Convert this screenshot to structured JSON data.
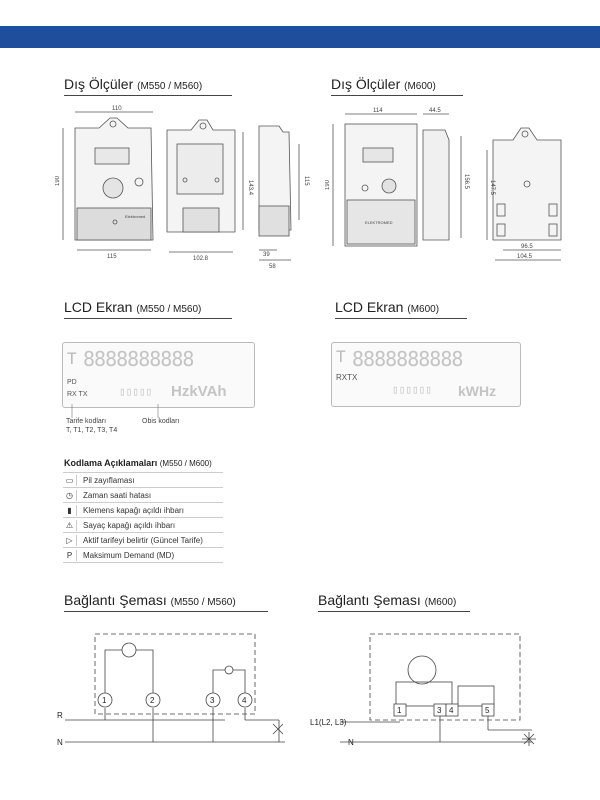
{
  "headings": {
    "dim_m550": {
      "title": "Dış Ölçüler",
      "models": "(M550 / M560)"
    },
    "dim_m600": {
      "title": "Dış Ölçüler",
      "models": "(M600)"
    },
    "lcd_m550": {
      "title": "LCD Ekran",
      "models": "(M550 / M560)"
    },
    "lcd_m600": {
      "title": "LCD Ekran",
      "models": "(M600)"
    },
    "conn_m550": {
      "title": "Bağlantı Şeması",
      "models": "(M550 / M560)"
    },
    "conn_m600": {
      "title": "Bağlantı Şeması",
      "models": "(M600)"
    }
  },
  "dims_m550": {
    "front_width_top": "110",
    "front_height": "190",
    "front_width_bottom": "115",
    "back_width": "102.8",
    "back_height": "143.4",
    "side_height": "115",
    "side_depth1": "39",
    "side_depth2": "58",
    "brand": "Elektromed"
  },
  "dims_m600": {
    "front_width": "114",
    "side_depth": "44.5",
    "front_height": "190",
    "side_height": "156.5",
    "back_height": "147.5",
    "back_width1": "96.5",
    "back_width2": "104.5",
    "brand": "ELEKTROMED"
  },
  "lcd_m550": {
    "digits": "8888888888",
    "row_t": "T",
    "pd": "PD",
    "rxtx": "RX TX",
    "units": "HzkVAh",
    "tariff_caption": "Tarife kodları",
    "tariff_codes": "T, T1, T2, T3, T4",
    "obis_caption": "Obis kodları"
  },
  "lcd_m600": {
    "digits": "8888888888",
    "row_t": "T",
    "rxtx": "RXTX",
    "units": "kWHz"
  },
  "legend": {
    "title": "Kodlama Açıklamaları",
    "models": "(M550 / M600)",
    "items": [
      {
        "icon": "battery-icon",
        "glyph": "▭",
        "label": "Pil zayıflaması"
      },
      {
        "icon": "clock-icon",
        "glyph": "◷",
        "label": "Zaman saati hatası"
      },
      {
        "icon": "lock-icon",
        "glyph": "▮",
        "label": "Klemens kapağı açıldı ihbarı"
      },
      {
        "icon": "warning-icon",
        "glyph": "⚠",
        "label": "Sayaç kapağı açıldı ihbarı"
      },
      {
        "icon": "play-icon",
        "glyph": "▷",
        "label": "Aktif tarifeyi belirtir (Güncel Tarife)"
      },
      {
        "icon": "md-icon",
        "glyph": "P",
        "label": "Maksimum Demand (MD)"
      }
    ]
  },
  "conn_m550": {
    "terminals": [
      "1",
      "2",
      "3",
      "4"
    ],
    "line_r": "R",
    "line_n": "N"
  },
  "conn_m600": {
    "terminals": [
      "1",
      "3",
      "4",
      "5"
    ],
    "line_l": "L1(L2, L3)",
    "line_n": "N"
  },
  "colors": {
    "topbar": "#1f4e9c"
  }
}
